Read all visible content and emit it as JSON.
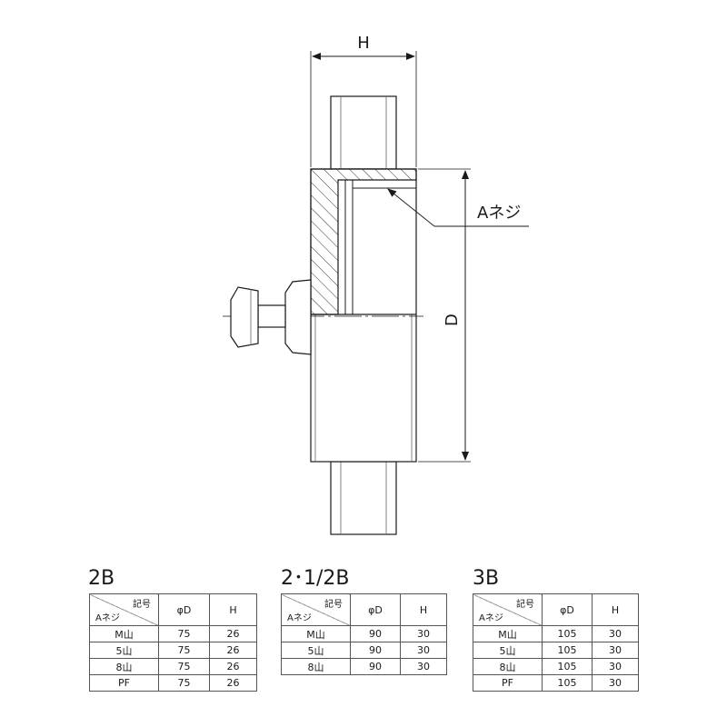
{
  "drawing": {
    "dim_h_label": "H",
    "dim_d_label": "D",
    "thread_label": "Aネジ"
  },
  "tables": [
    {
      "title": "2B",
      "corner_top": "記号",
      "corner_bottom": "Aネジ",
      "col_d": "φD",
      "col_h": "H",
      "rows": [
        {
          "thread": "M山",
          "d": "75",
          "h": "26"
        },
        {
          "thread": "5山",
          "d": "75",
          "h": "26"
        },
        {
          "thread": "8山",
          "d": "75",
          "h": "26"
        },
        {
          "thread": "PF",
          "d": "75",
          "h": "26"
        }
      ]
    },
    {
      "title": "2･1/2B",
      "corner_top": "記号",
      "corner_bottom": "Aネジ",
      "col_d": "φD",
      "col_h": "H",
      "rows": [
        {
          "thread": "M山",
          "d": "90",
          "h": "30"
        },
        {
          "thread": "5山",
          "d": "90",
          "h": "30"
        },
        {
          "thread": "8山",
          "d": "90",
          "h": "30"
        }
      ]
    },
    {
      "title": "3B",
      "corner_top": "記号",
      "corner_bottom": "Aネジ",
      "col_d": "φD",
      "col_h": "H",
      "rows": [
        {
          "thread": "M山",
          "d": "105",
          "h": "30"
        },
        {
          "thread": "5山",
          "d": "105",
          "h": "30"
        },
        {
          "thread": "8山",
          "d": "105",
          "h": "30"
        },
        {
          "thread": "PF",
          "d": "105",
          "h": "30"
        }
      ]
    }
  ]
}
